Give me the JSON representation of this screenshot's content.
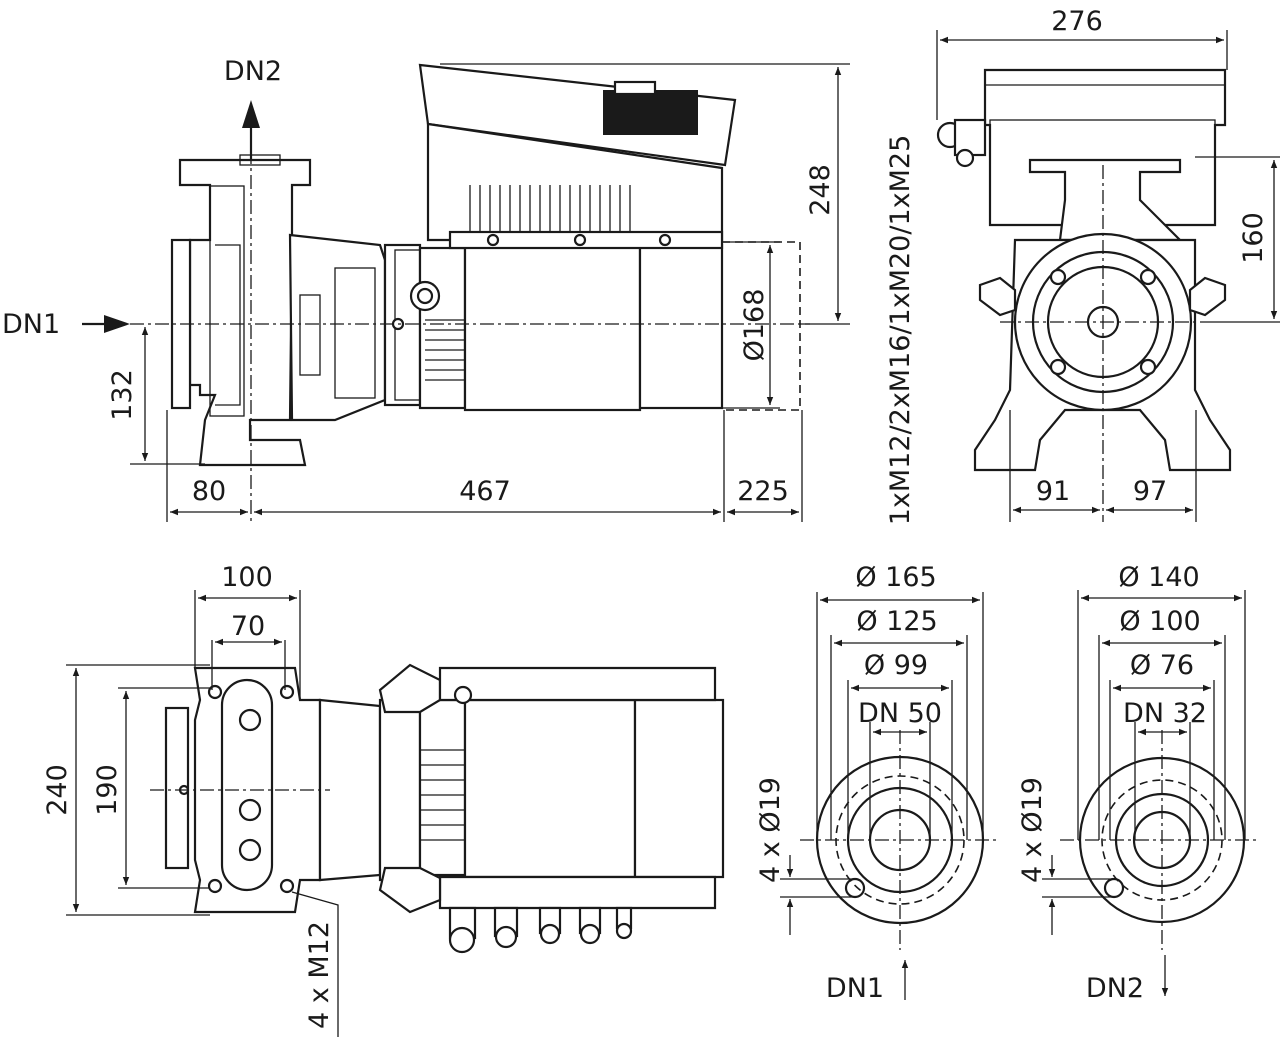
{
  "ports": {
    "dn1": "DN1",
    "dn2": "DN2"
  },
  "side_view": {
    "dim_132": "132",
    "dim_80": "80",
    "dim_467": "467",
    "dim_225": "225",
    "dim_168": "Ø168",
    "dim_248": "248"
  },
  "end_view": {
    "dim_276": "276",
    "dim_160": "160",
    "dim_91": "91",
    "dim_97": "97",
    "cable_glands": "1xM12/2xM16/1xM20/1xM25"
  },
  "top_view": {
    "dim_100": "100",
    "dim_70": "70",
    "dim_240": "240",
    "dim_190": "190",
    "bolts": "4 x M12"
  },
  "flange_dn1": {
    "d_outer": "Ø 165",
    "d_bolt_circle": "Ø 125",
    "d_seal": "Ø 99",
    "nominal": "DN 50",
    "holes": "4 x Ø19",
    "label": "DN1"
  },
  "flange_dn2": {
    "d_outer": "Ø 140",
    "d_bolt_circle": "Ø 100",
    "d_seal": "Ø 76",
    "nominal": "DN 32",
    "holes": "4 x Ø19",
    "label": "DN2"
  }
}
